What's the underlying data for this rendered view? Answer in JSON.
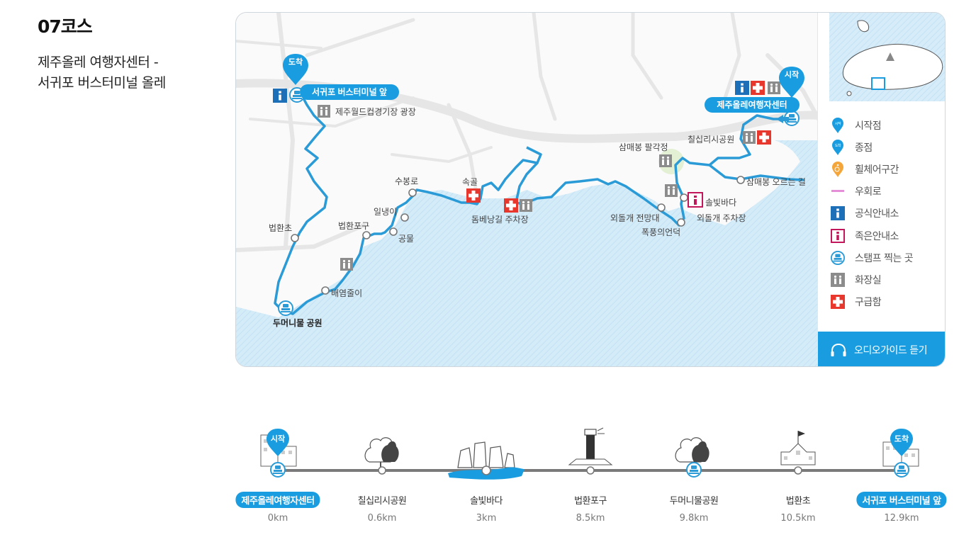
{
  "course": {
    "title": "07코스",
    "subtitle_line1": "제주올레 여행자센터 -",
    "subtitle_line2": "서귀포 버스터미널 올레"
  },
  "map": {
    "start_badge": "시작",
    "end_badge": "도착",
    "start_label": "제주올레여행자센터",
    "end_label": "서귀포 버스터미널 앞",
    "places": {
      "p1": "제주월드컵경기장 광장",
      "p2": "법환초",
      "p3": "법환포구",
      "p4": "일냉이",
      "p5": "수봉로",
      "p6": "공물",
      "p7": "속골",
      "p8": "돔베낭길 주차장",
      "p9": "배염줄이",
      "p10": "두머니물 공원",
      "p11": "삼매봉 팔각정",
      "p12": "칠십리시공원",
      "p13": "삼매봉 오르는 길",
      "p14": "솔빛바다",
      "p15": "외돌개 주차장",
      "p16": "외돌개 전망대",
      "p17": "폭풍의언덕"
    },
    "colors": {
      "route": "#2a9bd6",
      "sea": "#d4ebf8",
      "road": "#e6e6e6",
      "info_blue": "#1d6fb8",
      "first_aid": "#e8382d",
      "toilet": "#8c8c8c",
      "small_info": "#c2185b",
      "wheelchair": "#f4a63a",
      "detour": "#e58fd9"
    }
  },
  "legend": {
    "items": [
      {
        "icon": "start-pin-icon",
        "label": "시작점"
      },
      {
        "icon": "end-pin-icon",
        "label": "종점"
      },
      {
        "icon": "wheelchair-icon",
        "label": "휠체어구간"
      },
      {
        "icon": "detour-line-icon",
        "label": "우회로"
      },
      {
        "icon": "official-info-icon",
        "label": "공식안내소"
      },
      {
        "icon": "small-info-icon",
        "label": "족은안내소"
      },
      {
        "icon": "stamp-icon",
        "label": "스탬프 찍는 곳"
      },
      {
        "icon": "toilet-icon",
        "label": "화장실"
      },
      {
        "icon": "first-aid-icon",
        "label": "구급함"
      }
    ],
    "audio_button": "오디오가이드 듣기"
  },
  "strip": {
    "start_badge": "시작",
    "end_badge": "도착",
    "stops": [
      {
        "name": "제주올레여행자센터",
        "distance": "0km"
      },
      {
        "name": "칠십리시공원",
        "distance": "0.6km"
      },
      {
        "name": "솔빛바다",
        "distance": "3km"
      },
      {
        "name": "법환포구",
        "distance": "8.5km"
      },
      {
        "name": "두머니물공원",
        "distance": "9.8km"
      },
      {
        "name": "법환초",
        "distance": "10.5km"
      },
      {
        "name": "서귀포 버스터미널 앞",
        "distance": "12.9km"
      }
    ]
  }
}
